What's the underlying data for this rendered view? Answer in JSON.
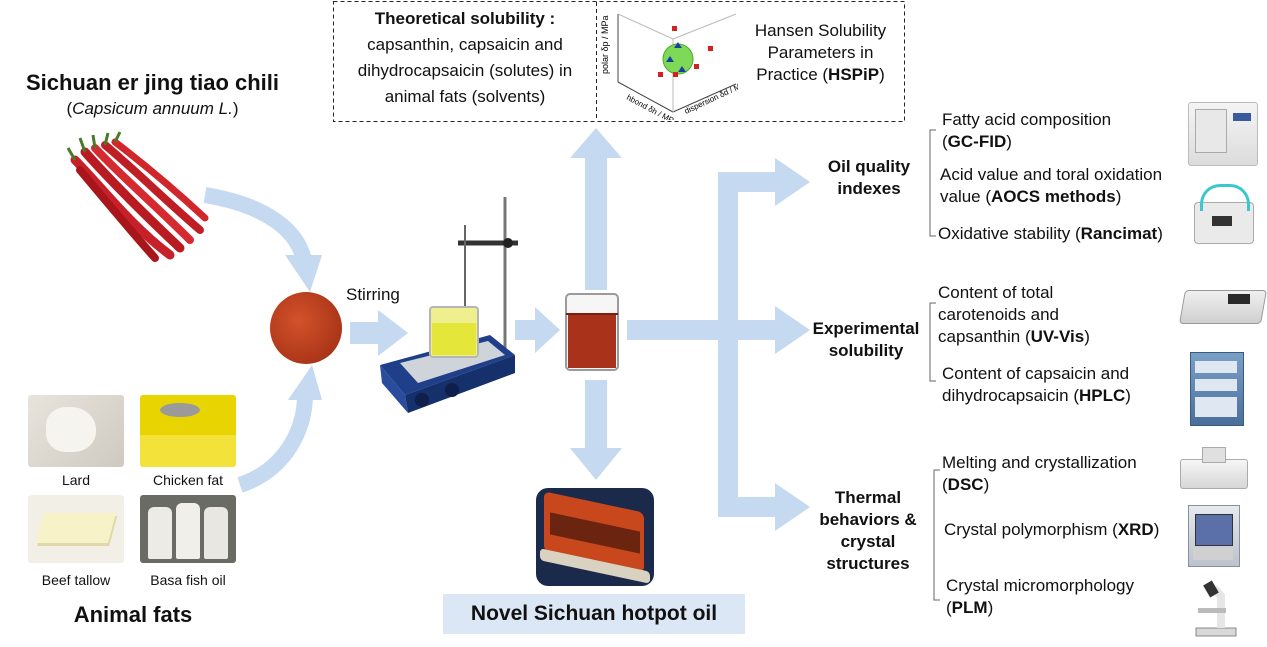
{
  "chili": {
    "title": "Sichuan er jing tiao chili",
    "species": "Capsicum annuum L.",
    "species_prefix": "(",
    "species_suffix": ")"
  },
  "fats": {
    "title": "Animal fats",
    "items": [
      {
        "label": "Lard"
      },
      {
        "label": "Chicken fat"
      },
      {
        "label": "Beef tallow"
      },
      {
        "label": "Basa fish oil"
      }
    ]
  },
  "process": {
    "stirring": "Stirring",
    "product": "Novel Sichuan hotpot oil"
  },
  "theory": {
    "title": "Theoretical solubility :",
    "line1": "capsanthin, capsaicin and",
    "line2": "dihydrocapsaicin (solutes) in",
    "line3": "animal fats (solvents)",
    "hsp_line1": "Hansen Solubility",
    "hsp_line2": "Parameters in",
    "hsp_line3_pre": "Practice (",
    "hsp_bold": "HSPiP",
    "hsp_line3_post": ")",
    "plot_axis_polar": "polar δp / MPa",
    "plot_axis_hbond": "hbond δh / MPa",
    "plot_axis_disp": "dispersion δd / MPa"
  },
  "groups": [
    {
      "title_line1": "Oil quality",
      "title_line2": "indexes",
      "items": [
        {
          "line1": "Fatty acid composition",
          "pre": "(",
          "bold": "GC-FID",
          "post": ")"
        },
        {
          "line1": "Acid value and toral oxidation",
          "pre": "value (",
          "bold": "AOCS methods",
          "post": ")"
        },
        {
          "pre": "Oxidative stability (",
          "bold": "Rancimat",
          "post": ")"
        }
      ]
    },
    {
      "title_line1": "Experimental",
      "title_line2": "solubility",
      "items": [
        {
          "line1": "Content of total",
          "line2": "carotenoids and",
          "pre": "capsanthin (",
          "bold": "UV-Vis",
          "post": ")"
        },
        {
          "line1": "Content of capsaicin and",
          "pre": "dihydrocapsaicin (",
          "bold": "HPLC",
          "post": ")"
        }
      ]
    },
    {
      "title_line1": "Thermal",
      "title_line2": "behaviors &",
      "title_line3": "crystal",
      "title_line4": "structures",
      "items": [
        {
          "line1": "Melting and crystallization",
          "pre": "(",
          "bold": "DSC",
          "post": ")"
        },
        {
          "pre": "Crystal polymorphism (",
          "bold": "XRD",
          "post": ")"
        },
        {
          "line1": "Crystal micromorphology",
          "pre": "(",
          "bold": "PLM",
          "post": ")"
        }
      ]
    }
  ],
  "colors": {
    "arrow": "#c5d9f1",
    "chili": "#c8202a",
    "powder": "#b83a1a",
    "product_box": "#dbe7f4",
    "oil": "#a8321a"
  }
}
